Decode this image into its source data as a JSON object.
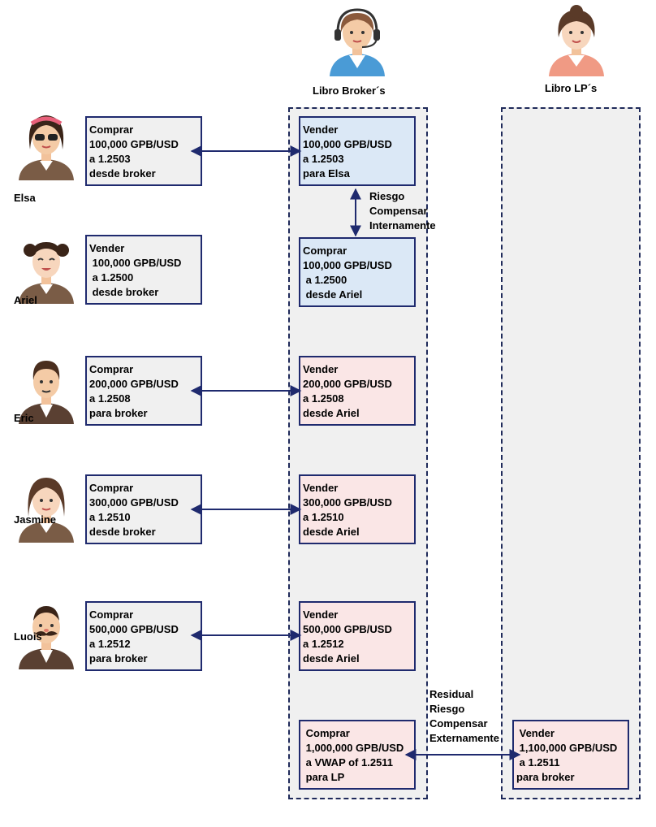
{
  "columns": {
    "broker_title": "Libro Broker´s",
    "lp_title": "Libro LP´s"
  },
  "clients": [
    {
      "name": "Elsa",
      "order": "Comprar\n100,000 GPB/USD\na 1.2503\ndesde broker"
    },
    {
      "name": "Ariel",
      "order": "Vender\n 100,000 GPB/USD\n a 1.2500\n desde broker"
    },
    {
      "name": "Eric",
      "order": "Comprar\n200,000 GPB/USD\na 1.2508\npara broker"
    },
    {
      "name": "Jasmine",
      "order": "Comprar\n300,000 GPB/USD\na 1.2510\ndesde broker"
    },
    {
      "name": "Luois",
      "order": "Comprar\n500,000 GPB/USD\na 1.2512\npara broker"
    }
  ],
  "broker_book": [
    "Vender\n100,000 GPB/USD\na 1.2503\npara Elsa",
    "Comprar\n100,000 GPB/USD\n a 1.2500\n desde Ariel",
    "Vender\n200,000 GPB/USD\na 1.2508\ndesde Ariel",
    "Vender\n300,000 GPB/USD\na 1.2510\ndesde Ariel",
    "Vender\n500,000 GPB/USD\na 1.2512\ndesde Ariel",
    " Comprar\n 1,000,000 GPB/USD\n a VWAP of 1.2511\n para LP"
  ],
  "lp_book": [
    " Vender\n 1,100,000 GPB/USD\n a 1.2511\npara broker"
  ],
  "notes": {
    "internal": "Riesgo\nCompensar\nInternamente",
    "external": "Residual\nRiesgo\nCompensar\nExternamente"
  },
  "colors": {
    "line": "#1f2a6e",
    "client_box": "#f0f0f0",
    "internal_box": "#dbe8f6",
    "matched_box": "#fae6e6"
  }
}
